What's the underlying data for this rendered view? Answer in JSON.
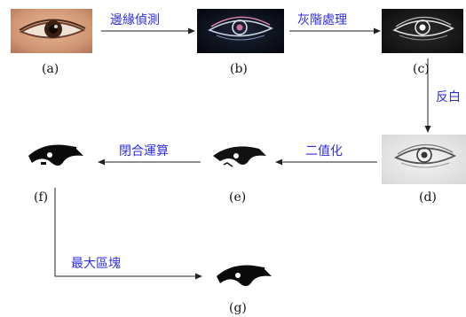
{
  "panels": [
    {
      "id": "a",
      "label": "(a)",
      "content": "eye-color-photo"
    },
    {
      "id": "b",
      "label": "(b)",
      "content": "edge-detected-eye"
    },
    {
      "id": "c",
      "label": "(c)",
      "content": "grayscale-edge-eye"
    },
    {
      "id": "d",
      "label": "(d)",
      "content": "inverted-eye"
    },
    {
      "id": "e",
      "label": "(e)",
      "content": "binary-eye"
    },
    {
      "id": "f",
      "label": "(f)",
      "content": "closed-eye-shape"
    },
    {
      "id": "g",
      "label": "(g)",
      "content": "largest-region-eye"
    }
  ],
  "steps": [
    {
      "from": "a",
      "to": "b",
      "label": "邊緣偵測"
    },
    {
      "from": "b",
      "to": "c",
      "label": "灰階處理"
    },
    {
      "from": "c",
      "to": "d",
      "label": "反白"
    },
    {
      "from": "d",
      "to": "e",
      "label": "二值化"
    },
    {
      "from": "e",
      "to": "f",
      "label": "閉合運算"
    },
    {
      "from": "f",
      "to": "g",
      "label": "最大區塊"
    }
  ],
  "colors": {
    "step_label": "#2e2ee6",
    "arrow": "#222222",
    "skin": "#d09a78",
    "edge_background": "#0b0f1a"
  }
}
